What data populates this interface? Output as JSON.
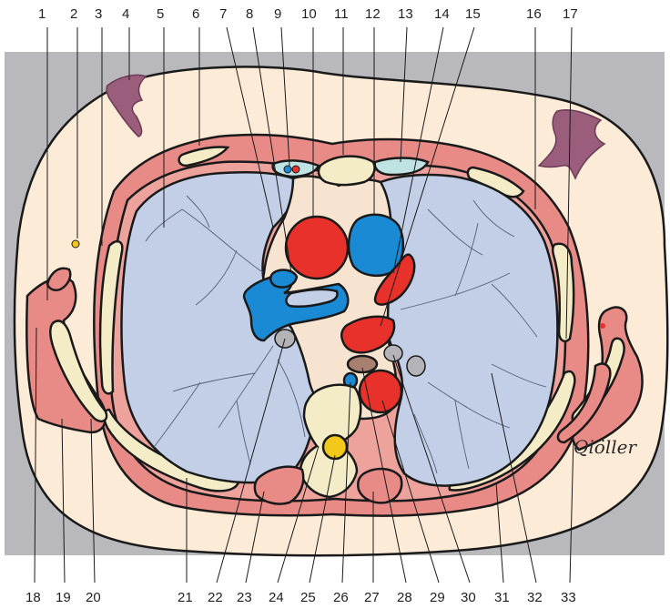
{
  "labels_top": [
    "1",
    "2",
    "3",
    "4",
    "5",
    "6",
    "7",
    "8",
    "9",
    "10",
    "11",
    "12",
    "13",
    "14",
    "15",
    "16",
    "17"
  ],
  "labels_bottom": [
    "18",
    "19",
    "20",
    "21",
    "22",
    "23",
    "24",
    "25",
    "26",
    "27",
    "28",
    "29",
    "30",
    "31",
    "32",
    "33"
  ],
  "signature": "Qiöller",
  "colors": {
    "background_panel": "#b9b9bd",
    "body": "#fcebd7",
    "muscle": "#e88a86",
    "lung": "#c2cfe6",
    "artery": "#e8312a",
    "vein": "#1a8ad4",
    "bone": "#f3ecc6",
    "fat_skin_lesion": "#9a5e7c",
    "thymic_area": "#bfe3e2",
    "spinal_cord": "#f2c91a"
  }
}
